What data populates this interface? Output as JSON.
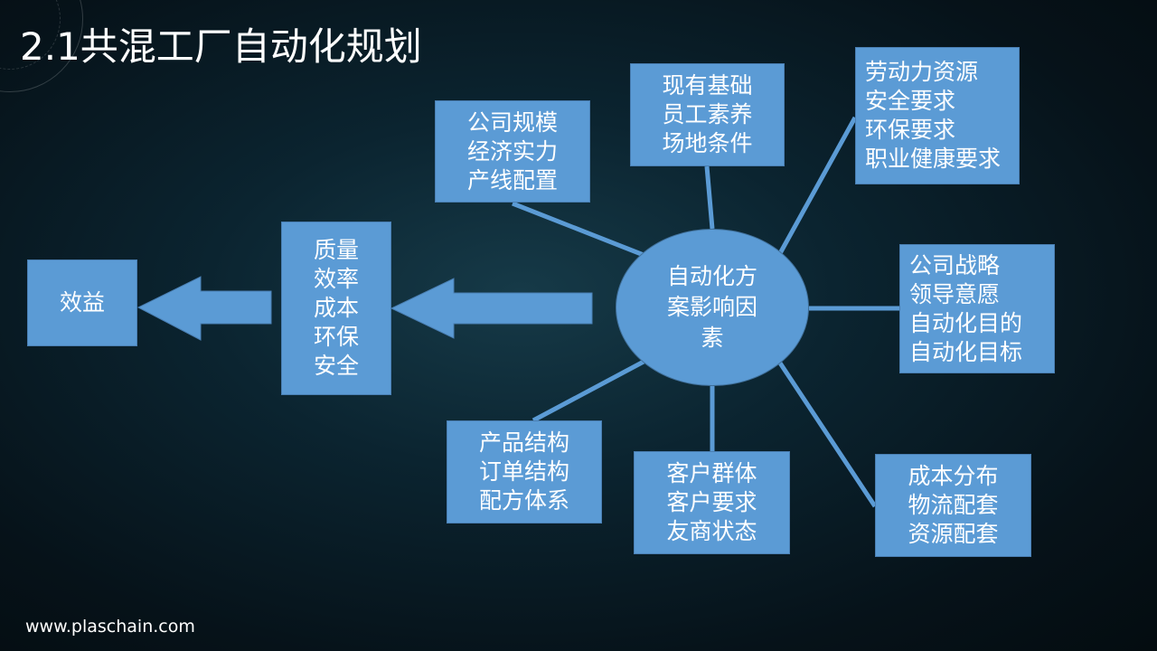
{
  "title": "2.1共混工厂自动化规划",
  "center": [
    "自动化方",
    "案影响因",
    "素"
  ],
  "benefit": "效益",
  "outcomes": [
    "质量",
    "效率",
    "成本",
    "环保",
    "安全"
  ],
  "factors": {
    "scale": [
      "公司规模",
      "经济实力",
      "产线配置"
    ],
    "basis": [
      "现有基础",
      "员工素养",
      "场地条件"
    ],
    "labor": [
      "劳动力资源",
      "安全要求",
      "环保要求",
      "职业健康要求"
    ],
    "strategy": [
      "公司战略",
      "领导意愿",
      "自动化目的",
      "自动化目标"
    ],
    "product": [
      "产品结构",
      "订单结构",
      "配方体系"
    ],
    "customer": [
      "客户群体",
      "客户要求",
      "友商状态"
    ],
    "cost": [
      "成本分布",
      "物流配套",
      "资源配套"
    ]
  },
  "footer": "www.plaschain.com",
  "colors": {
    "box": "#5b9bd5"
  }
}
